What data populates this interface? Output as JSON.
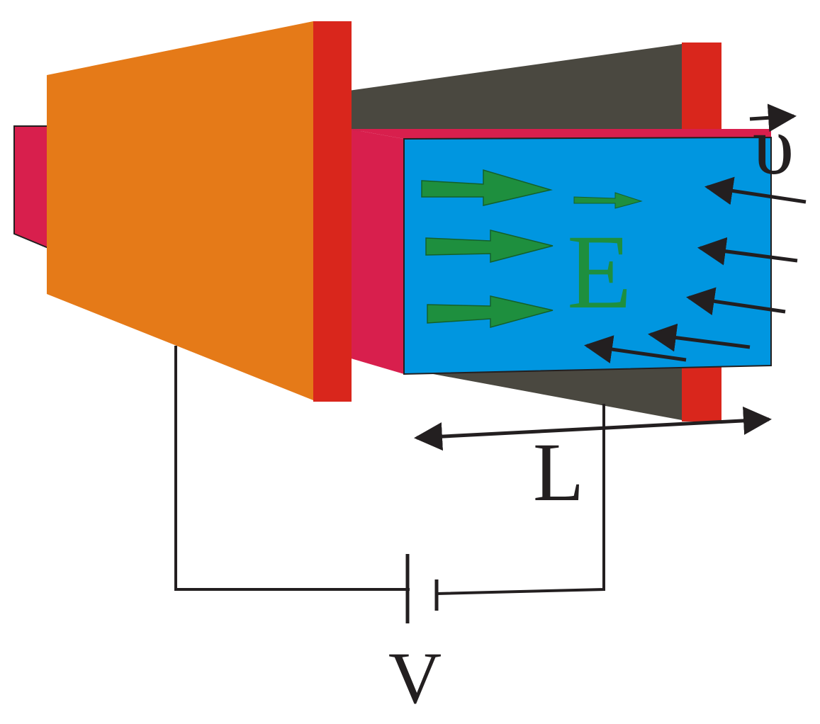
{
  "labels": {
    "electric_field": "E",
    "velocity": "υ",
    "length": "L",
    "voltage": "V"
  },
  "colors": {
    "left_electrode": "#E57A18",
    "electrode_edge": "#D9261C",
    "crystal_side": "#D81F4D",
    "crystal_front": "#0096E0",
    "back_prism": "#4A4840",
    "field_arrows": "#1E8F3E",
    "field_label": "#1E8F3E",
    "wire": "#231F20"
  },
  "arrows": {
    "electric_field_count": 3,
    "electron_drift_count": 5
  }
}
